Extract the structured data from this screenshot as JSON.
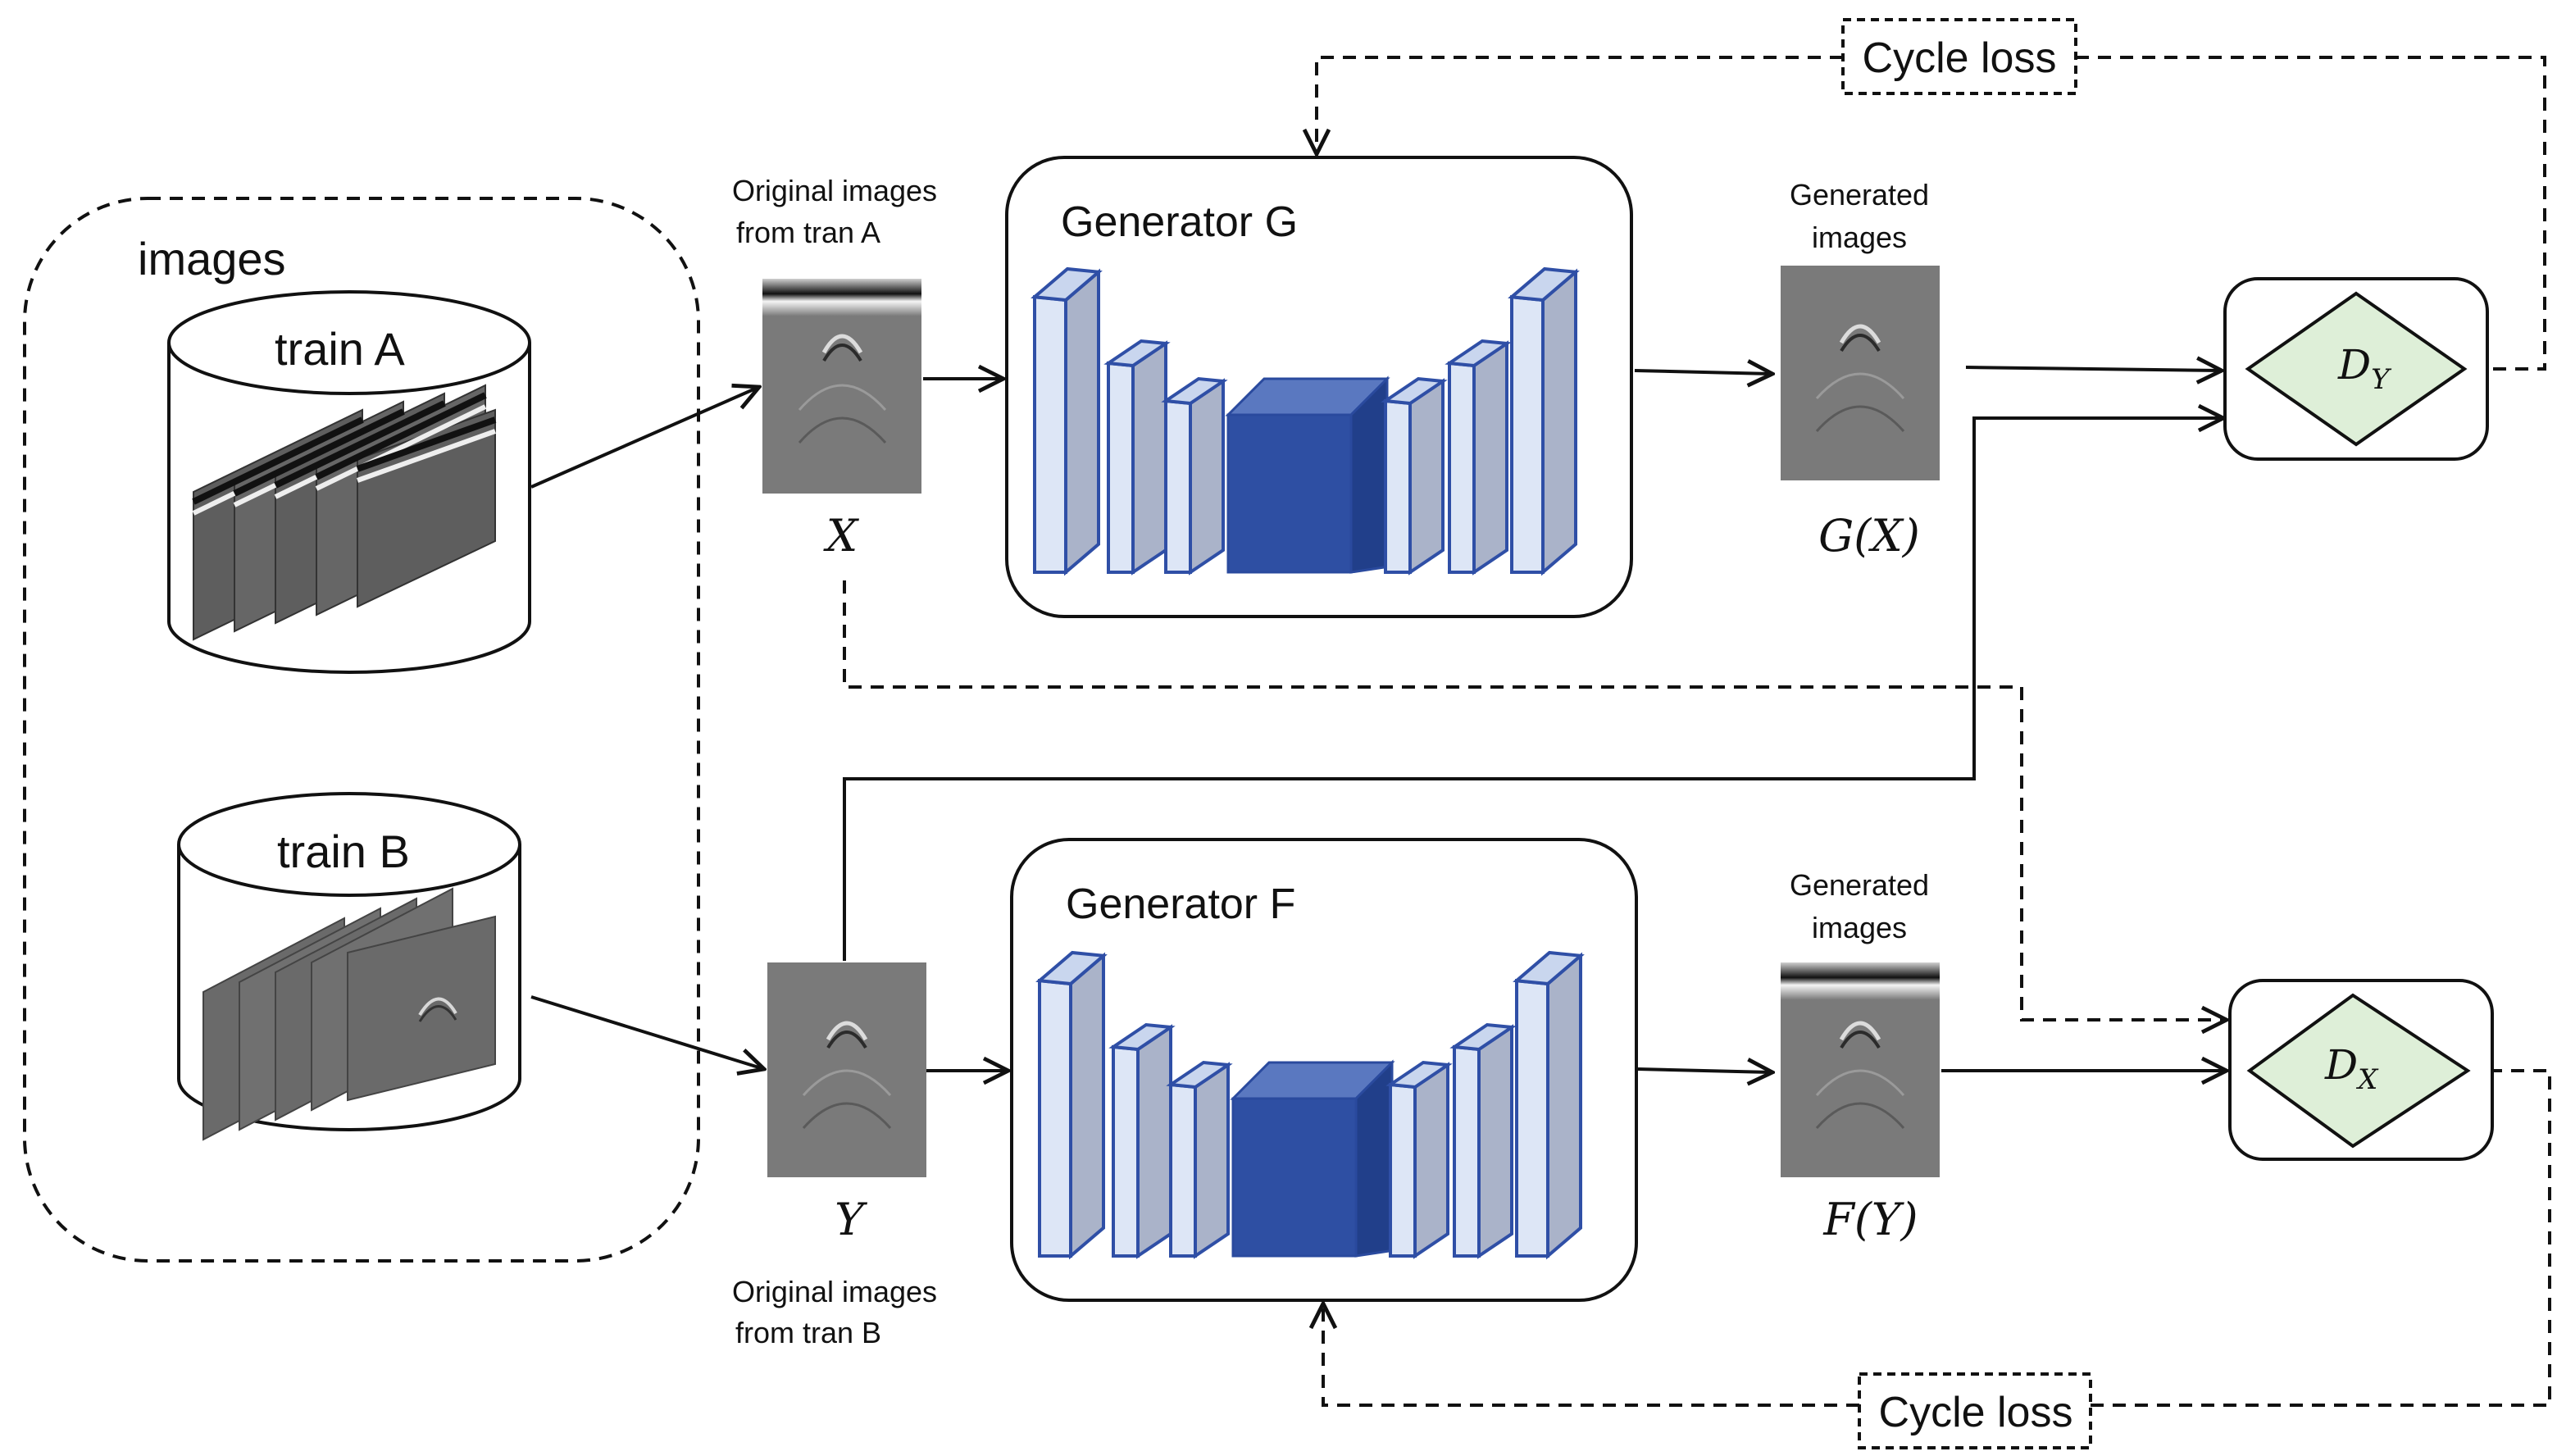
{
  "images_group": {
    "label": "images"
  },
  "datasets": {
    "train_a": {
      "label": "train A"
    },
    "train_b": {
      "label": "train B"
    }
  },
  "inputs": {
    "x": {
      "caption_line1": "Original images",
      "caption_line2": "from tran A",
      "symbol": "X"
    },
    "y": {
      "caption_line1": "Original images",
      "caption_line2": "from tran B",
      "symbol": "Y"
    }
  },
  "generators": {
    "g": {
      "label": "Generator G"
    },
    "f": {
      "label": "Generator F"
    }
  },
  "outputs": {
    "gx": {
      "caption_line1": "Generated",
      "caption_line2": "images",
      "symbol": "G(X)"
    },
    "fy": {
      "caption_line1": "Generated",
      "caption_line2": "images",
      "symbol": "F(Y)"
    }
  },
  "discriminators": {
    "dy": {
      "letter": "D",
      "subscript": "Y"
    },
    "dx": {
      "letter": "D",
      "subscript": "X"
    }
  },
  "losses": {
    "top": {
      "label": "Cycle loss"
    },
    "bottom": {
      "label": "Cycle loss"
    }
  },
  "colors": {
    "layer_blue": "#2e4fa3",
    "layer_light": "#aab3c9",
    "discriminator_fill": "#deefd8"
  }
}
